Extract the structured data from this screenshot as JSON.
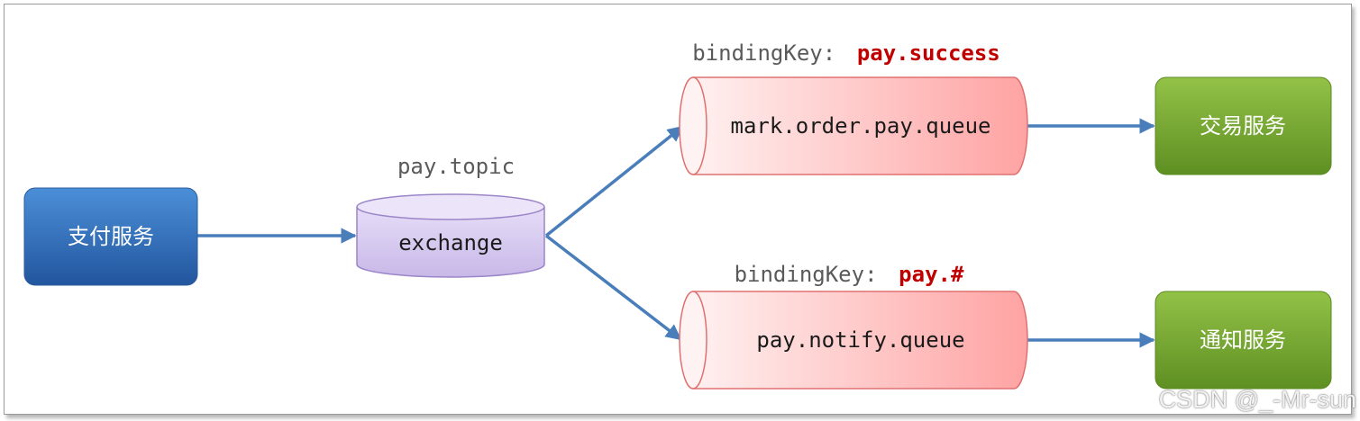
{
  "producer": {
    "label": "支付服务"
  },
  "exchange": {
    "name": "pay.topic",
    "label": "exchange"
  },
  "queues": [
    {
      "name": "mark.order.pay.queue",
      "binding_prefix": "bindingKey:",
      "binding_key": "pay.success"
    },
    {
      "name": "pay.notify.queue",
      "binding_prefix": "bindingKey:",
      "binding_key": "pay.#"
    }
  ],
  "consumers": [
    {
      "label": "交易服务"
    },
    {
      "label": "通知服务"
    }
  ],
  "watermark": "CSDN @_-Mr-sun",
  "colors": {
    "producer": "#2e6db8",
    "exchange": "#d9cff0",
    "queue": "#ffb3b3",
    "consumer": "#76a832",
    "arrow": "#4a7ebb",
    "binding_key": "#c00000"
  }
}
